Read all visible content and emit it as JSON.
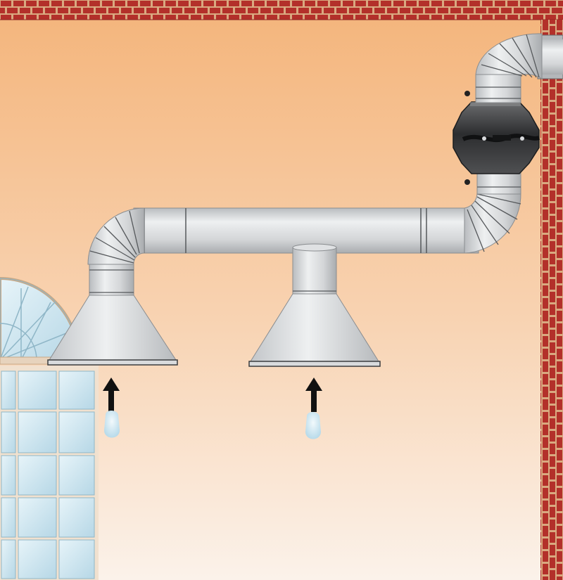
{
  "scene": {
    "type": "ventilation-diagram",
    "components": {
      "ceiling": "brick-wall",
      "right_wall": "brick-wall",
      "left_wall": "glass-block-wall",
      "window": "semicircular-glass-window",
      "fume_hoods": 2,
      "duct": "horizontal-duct-with-elbows",
      "fan": "inline-duct-fan",
      "exhaust_outlet": "wall-penetration"
    },
    "airflow_arrows": 2,
    "colors": {
      "background_top": "#f4b47a",
      "background_bottom": "#fbf2ea",
      "brick": "#b3302a",
      "mortar": "#d9a980",
      "duct": "#cdd0d2",
      "duct_highlight": "#eef0f1",
      "fan_body": "#3d3e40",
      "glass": "#d3e9f2",
      "arrow": "#111111",
      "fume": "#c7e1ee"
    }
  }
}
